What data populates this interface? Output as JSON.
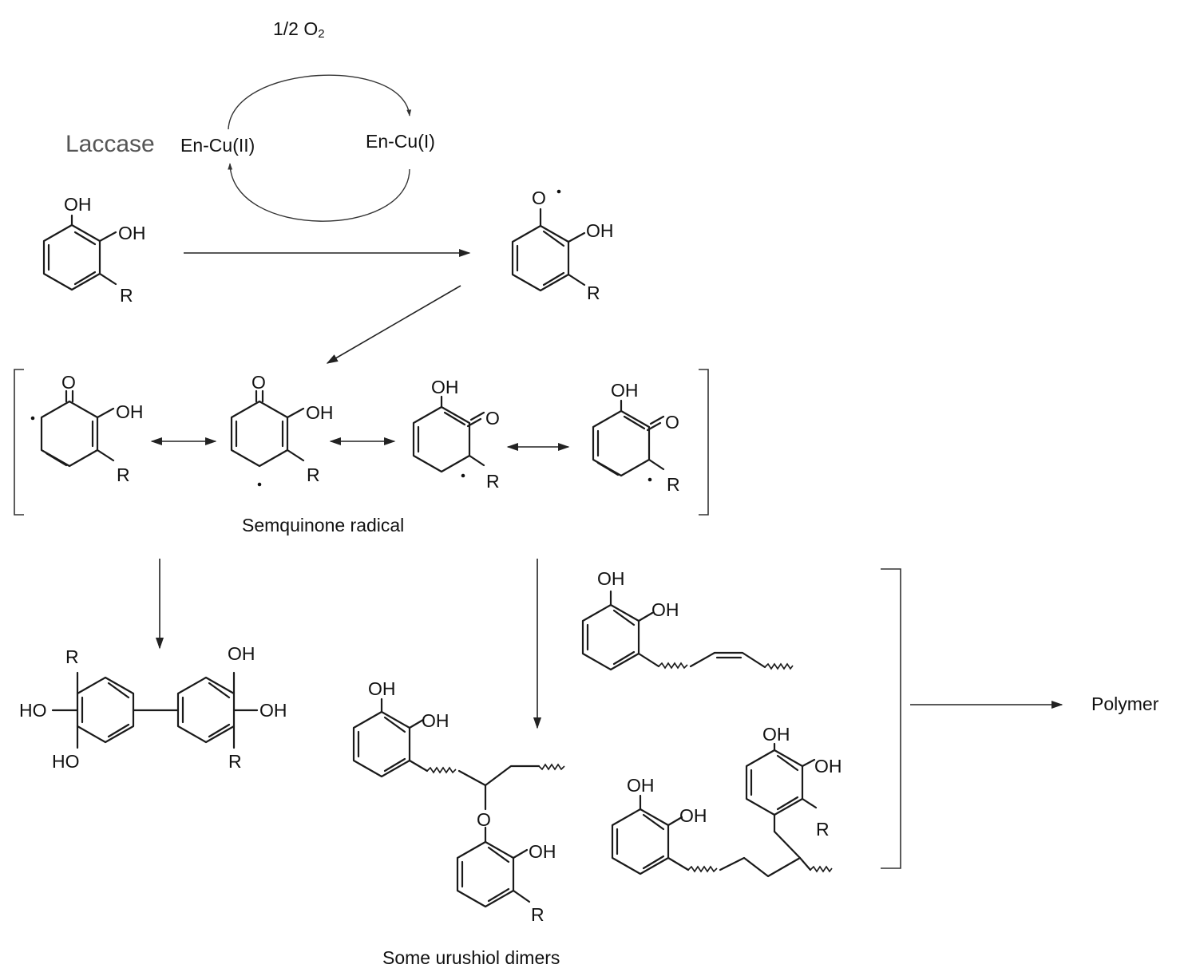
{
  "cycle": {
    "oxygen": "1/2 O",
    "oxygen_sub": "2",
    "enzyme_name": "Laccase",
    "cu2": "En-Cu(II)",
    "cu1": "En-Cu(I)"
  },
  "labels": {
    "semiquinone": "Semquinone radical",
    "dimers": "Some urushiol dimers",
    "polymer": "Polymer"
  },
  "atoms": {
    "oh": "OH",
    "ho": "HO",
    "o": "O",
    "r": "R"
  },
  "colors": {
    "ink": "#1a1a1a",
    "enzyme_text": "#555555"
  }
}
